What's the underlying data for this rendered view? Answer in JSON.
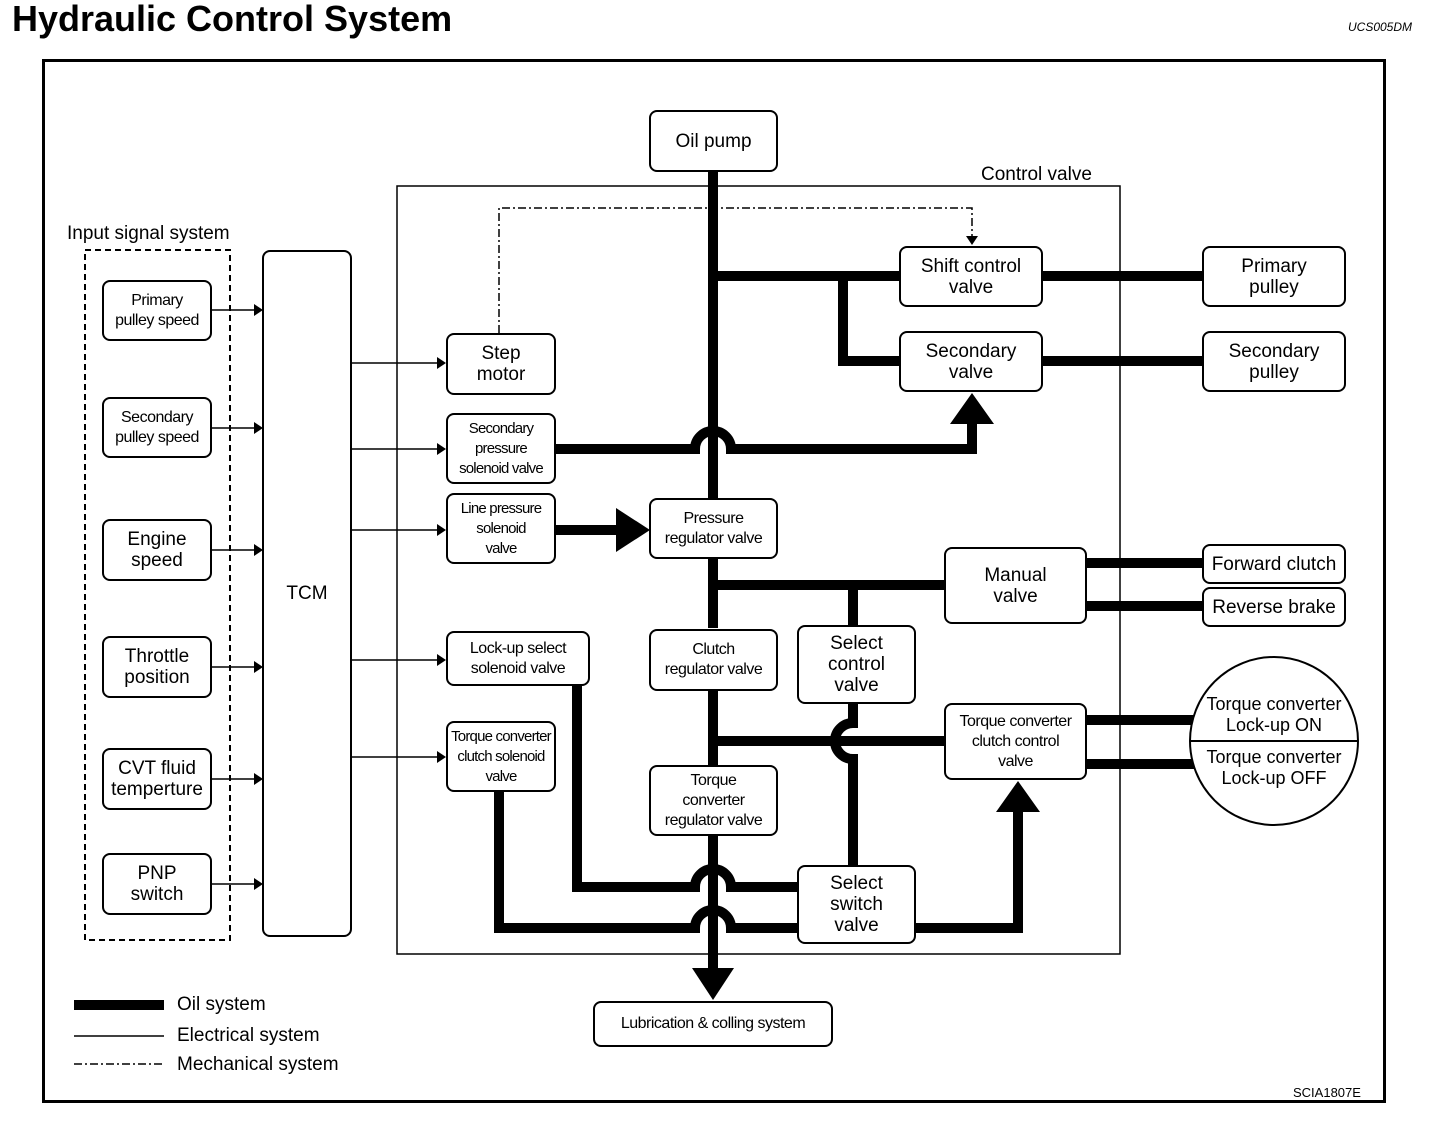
{
  "title": "Hydraulic Control System",
  "code_top": "UCS005DM",
  "code_bottom": "SCIA1807E",
  "groups": {
    "input_signal_system": "Input signal system",
    "control_valve": "Control valve"
  },
  "inputs": [
    {
      "id": "primary-pulley-speed",
      "label": "Primary\npulley speed"
    },
    {
      "id": "secondary-pulley-speed",
      "label": "Secondary\npulley speed"
    },
    {
      "id": "engine-speed",
      "label": "Engine\nspeed"
    },
    {
      "id": "throttle-position",
      "label": "Throttle\nposition"
    },
    {
      "id": "cvt-fluid-temperature",
      "label": "CVT fluid\ntemperture"
    },
    {
      "id": "pnp-switch",
      "label": "PNP\nswitch"
    }
  ],
  "tcm": "TCM",
  "actuators": {
    "step_motor": "Step\nmotor",
    "secondary_pressure_solenoid": "Secondary\npressure\nsolenoid valve",
    "line_pressure_solenoid": "Line pressure\nsolenoid\nvalve",
    "lockup_select_solenoid": "Lock-up select\nsolenoid valve",
    "tc_clutch_solenoid": "Torque converter\nclutch solenoid\nvalve"
  },
  "valves": {
    "oil_pump": "Oil pump",
    "shift_control_valve": "Shift control\nvalve",
    "secondary_valve": "Secondary\nvalve",
    "pressure_regulator_valve": "Pressure\nregulator valve",
    "manual_valve": "Manual\nvalve",
    "clutch_regulator_valve": "Clutch\nregulator valve",
    "select_control_valve": "Select\ncontrol\nvalve",
    "tc_clutch_control_valve": "Torque converter\nclutch control\nvalve",
    "tc_regulator_valve": "Torque\nconverter\nregulator valve",
    "select_switch_valve": "Select\nswitch\nvalve",
    "lubrication": "Lubrication & colling system"
  },
  "outputs": {
    "primary_pulley": "Primary\npulley",
    "secondary_pulley": "Secondary\npulley",
    "forward_clutch": "Forward clutch",
    "reverse_brake": "Reverse brake",
    "lockup_on": "Torque converter\nLock-up ON",
    "lockup_off": "Torque converter\nLock-up OFF"
  },
  "legend": [
    {
      "style": "oil",
      "label": "Oil system"
    },
    {
      "style": "electrical",
      "label": "Electrical system"
    },
    {
      "style": "mechanical",
      "label": "Mechanical system"
    }
  ]
}
